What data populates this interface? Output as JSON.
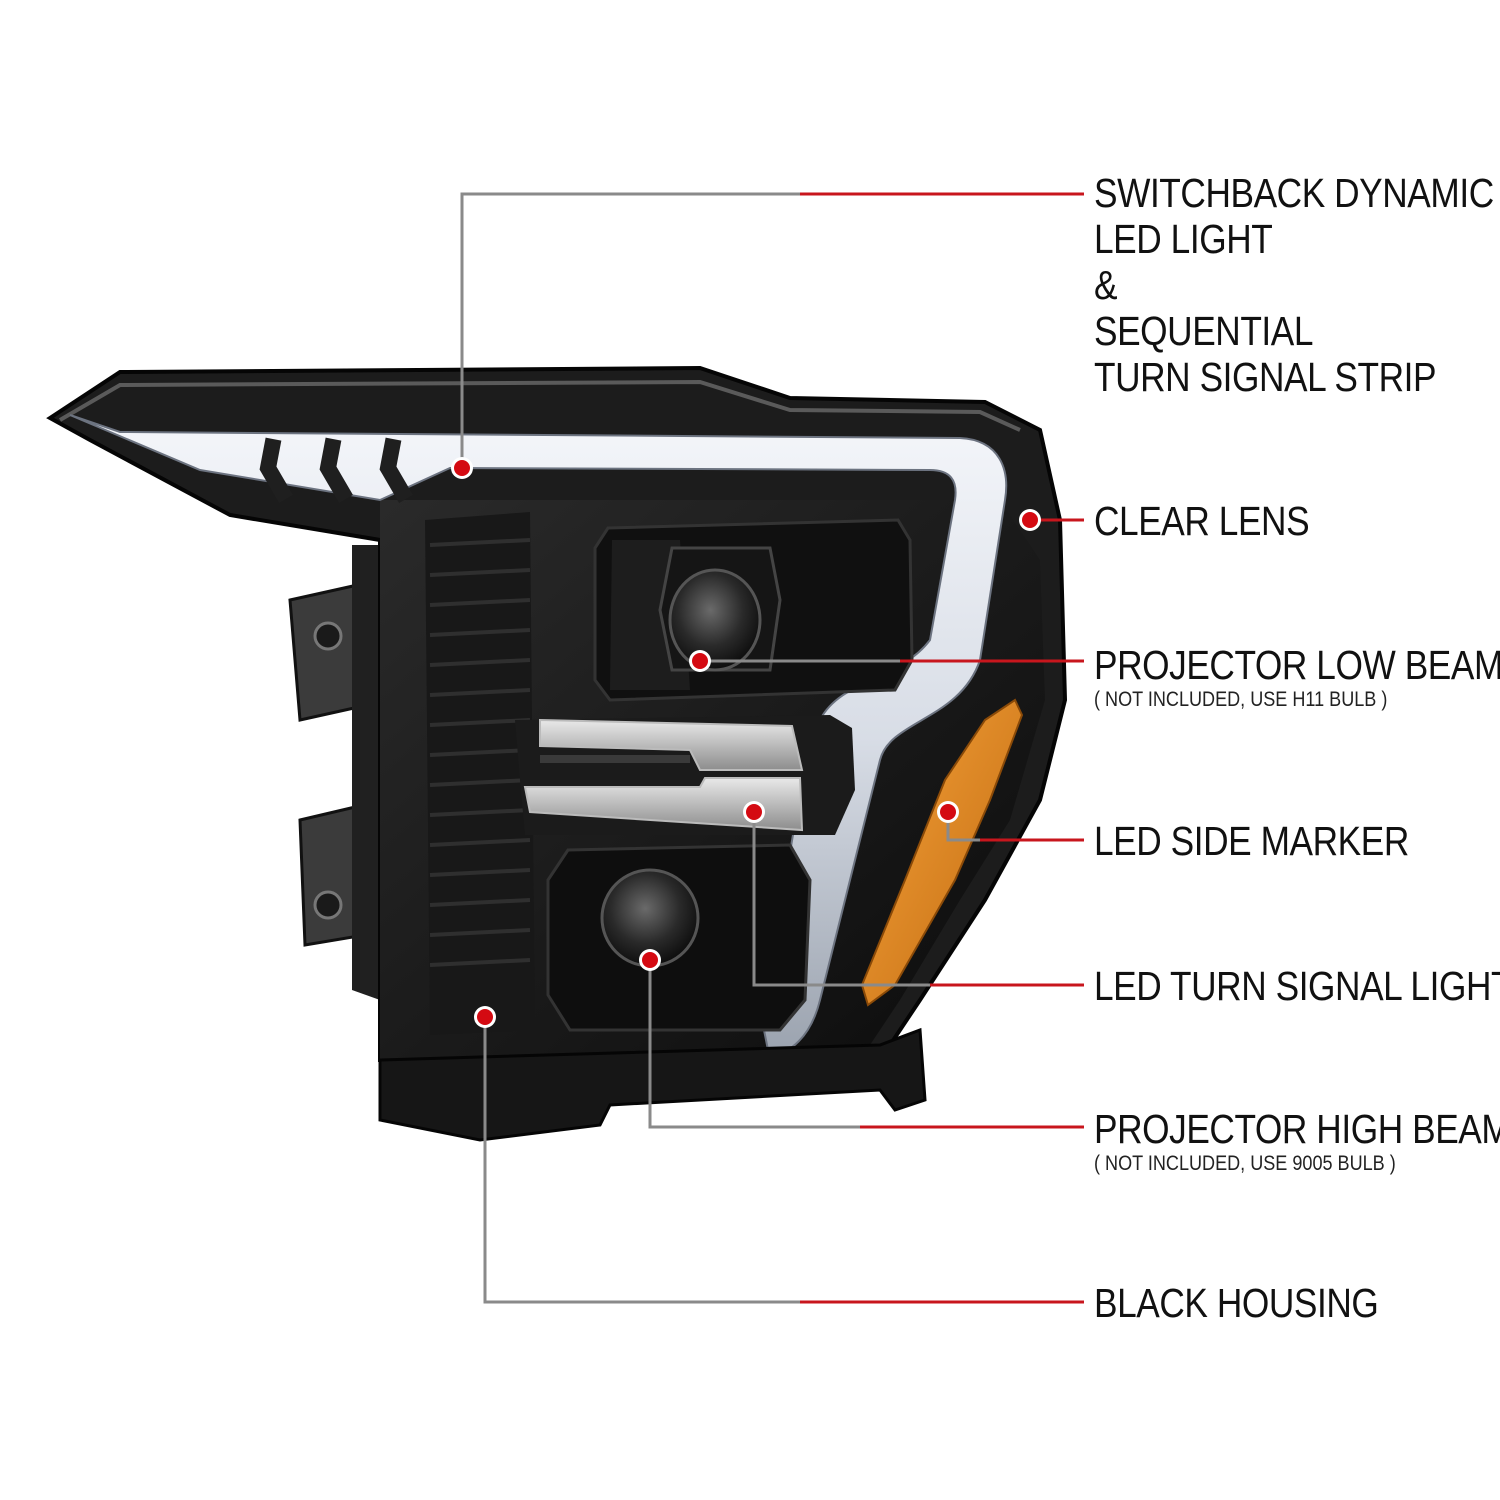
{
  "colors": {
    "callout_line": "#c8161d",
    "connector_line": "#8a8a8a",
    "marker_dot": "#d40a12",
    "housing": "#151515",
    "amber": "#e58a18"
  },
  "callouts": [
    {
      "id": "switchback",
      "lines": [
        "SWITCHBACK DYNAMIC",
        "LED LIGHT",
        "&",
        "SEQUENTIAL",
        "TURN SIGNAL STRIP"
      ],
      "note": ""
    },
    {
      "id": "clear-lens",
      "lines": [
        "CLEAR LENS"
      ],
      "note": ""
    },
    {
      "id": "low-beam",
      "lines": [
        "PROJECTOR LOW BEAM"
      ],
      "note": "( NOT INCLUDED, USE  H11  BULB )"
    },
    {
      "id": "side-marker",
      "lines": [
        "LED SIDE MARKER"
      ],
      "note": ""
    },
    {
      "id": "turn-signal",
      "lines": [
        "LED TURN SIGNAL LIGHT"
      ],
      "note": ""
    },
    {
      "id": "high-beam",
      "lines": [
        "PROJECTOR HIGH BEAM"
      ],
      "note": "( NOT INCLUDED, USE  9005  BULB )"
    },
    {
      "id": "housing",
      "lines": [
        "BLACK HOUSING"
      ],
      "note": ""
    }
  ],
  "product_icon": "headlight-assembly-icon"
}
